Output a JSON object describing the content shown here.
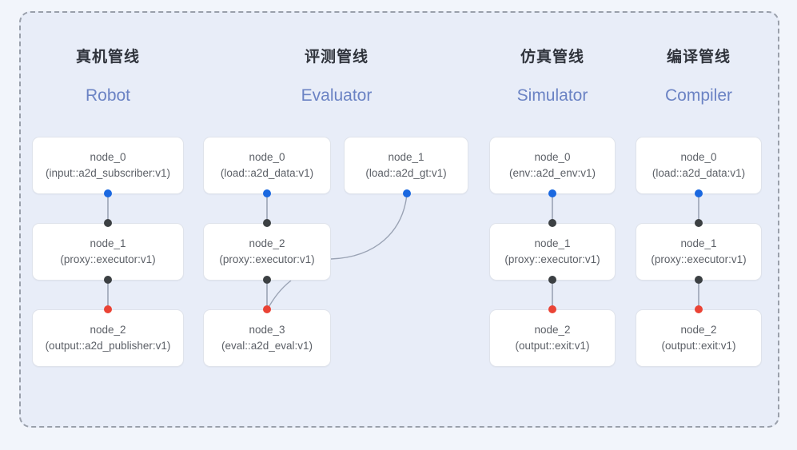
{
  "panel": {
    "border_style": "dashed",
    "background_color": "#e8edf8",
    "border_color": "#9aa0ab"
  },
  "colors": {
    "page_background": "#f2f5fb",
    "node_background": "#ffffff",
    "node_border": "#dfe3eb",
    "title_text": "#30343c",
    "subtitle_text": "#6b83c4",
    "node_text": "#5c6067",
    "port_input": "#1a68e0",
    "port_middle": "#3c4043",
    "port_output": "#ea4335",
    "edge": "#9aa3b4"
  },
  "columns": [
    {
      "title": "真机管线",
      "subtitle": "Robot",
      "nodes": [
        {
          "id": "node_0",
          "type": "(input::a2d_subscriber:v1)"
        },
        {
          "id": "node_1",
          "type": "(proxy::executor:v1)"
        },
        {
          "id": "node_2",
          "type": "(output::a2d_publisher:v1)"
        }
      ]
    },
    {
      "title": "评测管线",
      "subtitle": "Evaluator",
      "nodes": [
        {
          "id": "node_0",
          "type": "(load::a2d_data:v1)"
        },
        {
          "id": "node_1",
          "type": "(load::a2d_gt:v1)"
        },
        {
          "id": "node_2",
          "type": "(proxy::executor:v1)"
        },
        {
          "id": "node_3",
          "type": "(eval::a2d_eval:v1)"
        }
      ]
    },
    {
      "title": "仿真管线",
      "subtitle": "Simulator",
      "nodes": [
        {
          "id": "node_0",
          "type": "(env::a2d_env:v1)"
        },
        {
          "id": "node_1",
          "type": "(proxy::executor:v1)"
        },
        {
          "id": "node_2",
          "type": "(output::exit:v1)"
        }
      ]
    },
    {
      "title": "编译管线",
      "subtitle": "Compiler",
      "nodes": [
        {
          "id": "node_0",
          "type": "(load::a2d_data:v1)"
        },
        {
          "id": "node_1",
          "type": "(proxy::executor:v1)"
        },
        {
          "id": "node_2",
          "type": "(output::exit:v1)"
        }
      ]
    }
  ]
}
